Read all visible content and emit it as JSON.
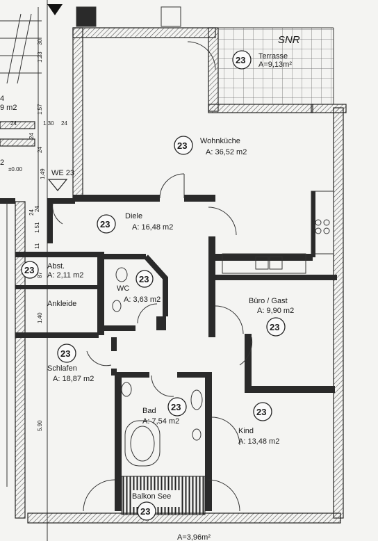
{
  "plan": {
    "handwriting": "SNR",
    "apartment_label": "WE 23",
    "level_label": "±0.00",
    "left_partial_top": "4",
    "left_partial_area": "9 m2",
    "left_partial_mid": "2",
    "dims": [
      "1.23",
      "30",
      "1.57",
      "24",
      "1.30",
      "24",
      "24",
      "24",
      "1.49",
      "24",
      "1.51",
      "24",
      "11",
      "87",
      "1.40",
      "5.90"
    ],
    "bottom_partial": "A=3,96m²"
  },
  "rooms": [
    {
      "id": "terrasse",
      "name": "Terrasse",
      "area": "A=9,13m²",
      "number": "23"
    },
    {
      "id": "wohnkueche",
      "name": "Wohnküche",
      "area": "A: 36,52 m2",
      "number": "23"
    },
    {
      "id": "diele",
      "name": "Diele",
      "area": "A: 16,48 m2",
      "number": "23"
    },
    {
      "id": "abst",
      "name": "Abst.",
      "area": "A: 2,11 m2",
      "number": "23"
    },
    {
      "id": "wc",
      "name": "WC",
      "area": "A: 3,63 m2",
      "number": "23"
    },
    {
      "id": "ankleide",
      "name": "Ankleide",
      "area": "",
      "number": ""
    },
    {
      "id": "buero",
      "name": "Büro / Gast",
      "area": "A: 9,90 m2",
      "number": "23"
    },
    {
      "id": "schlafen",
      "name": "Schlafen",
      "area": "A: 18,87 m2",
      "number": "23"
    },
    {
      "id": "bad",
      "name": "Bad",
      "area": "A: 7,54 m2",
      "number": "23"
    },
    {
      "id": "kind",
      "name": "Kind",
      "area": "A: 13,48 m2",
      "number": "23"
    },
    {
      "id": "balkon",
      "name": "Balkon See",
      "area": "",
      "number": "23"
    }
  ]
}
